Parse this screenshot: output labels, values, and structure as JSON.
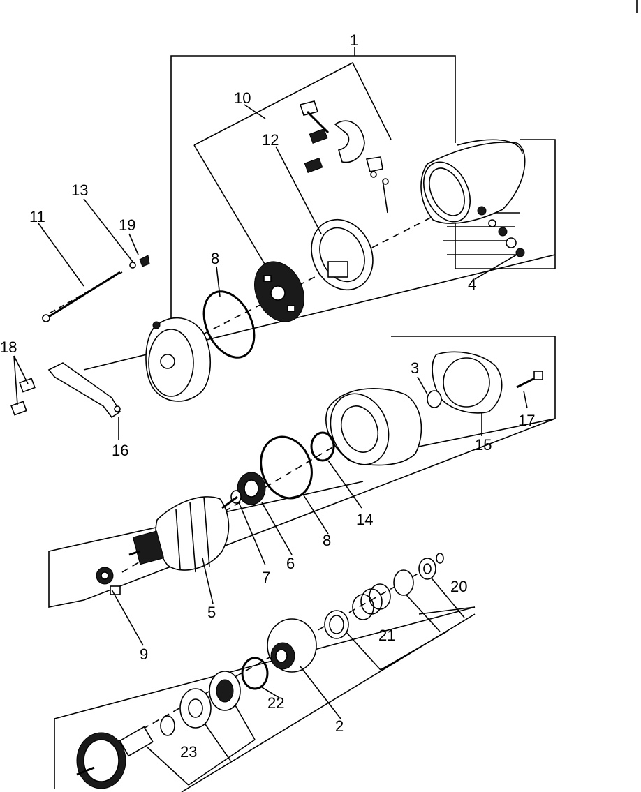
{
  "diagram": {
    "callouts": [
      "1",
      "2",
      "3",
      "4",
      "5",
      "6",
      "7",
      "8",
      "8",
      "9",
      "10",
      "11",
      "12",
      "13",
      "14",
      "15",
      "16",
      "17",
      "18",
      "19",
      "20",
      "21",
      "22",
      "23"
    ]
  }
}
